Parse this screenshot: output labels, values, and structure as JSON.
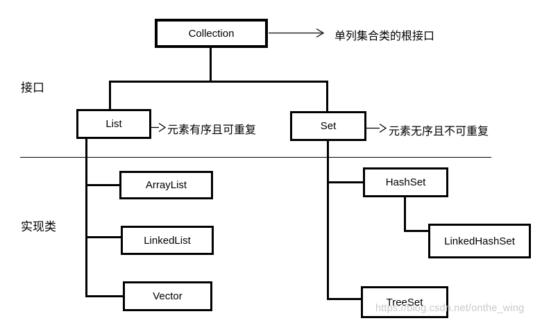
{
  "diagram": {
    "section_labels": {
      "interfaces": "接口",
      "implementations": "实现类"
    },
    "nodes": {
      "collection": {
        "label": "Collection"
      },
      "list": {
        "label": "List"
      },
      "set": {
        "label": "Set"
      },
      "arraylist": {
        "label": "ArrayList"
      },
      "linkedlist": {
        "label": "LinkedList"
      },
      "vector": {
        "label": "Vector"
      },
      "hashset": {
        "label": "HashSet"
      },
      "linkedhashset": {
        "label": "LinkedHashSet"
      },
      "treeset": {
        "label": "TreeSet"
      }
    },
    "annotations": {
      "collection_note": "单列集合类的根接口",
      "list_note": "元素有序且可重复",
      "set_note": "元素无序且不可重复"
    },
    "watermark": "https://blog.csdn.net/onthe_wing",
    "colors": {
      "line": "#000000",
      "box_border": "#000000",
      "text": "#000000",
      "watermark": "#c9c9c9",
      "background": "#ffffff"
    }
  }
}
